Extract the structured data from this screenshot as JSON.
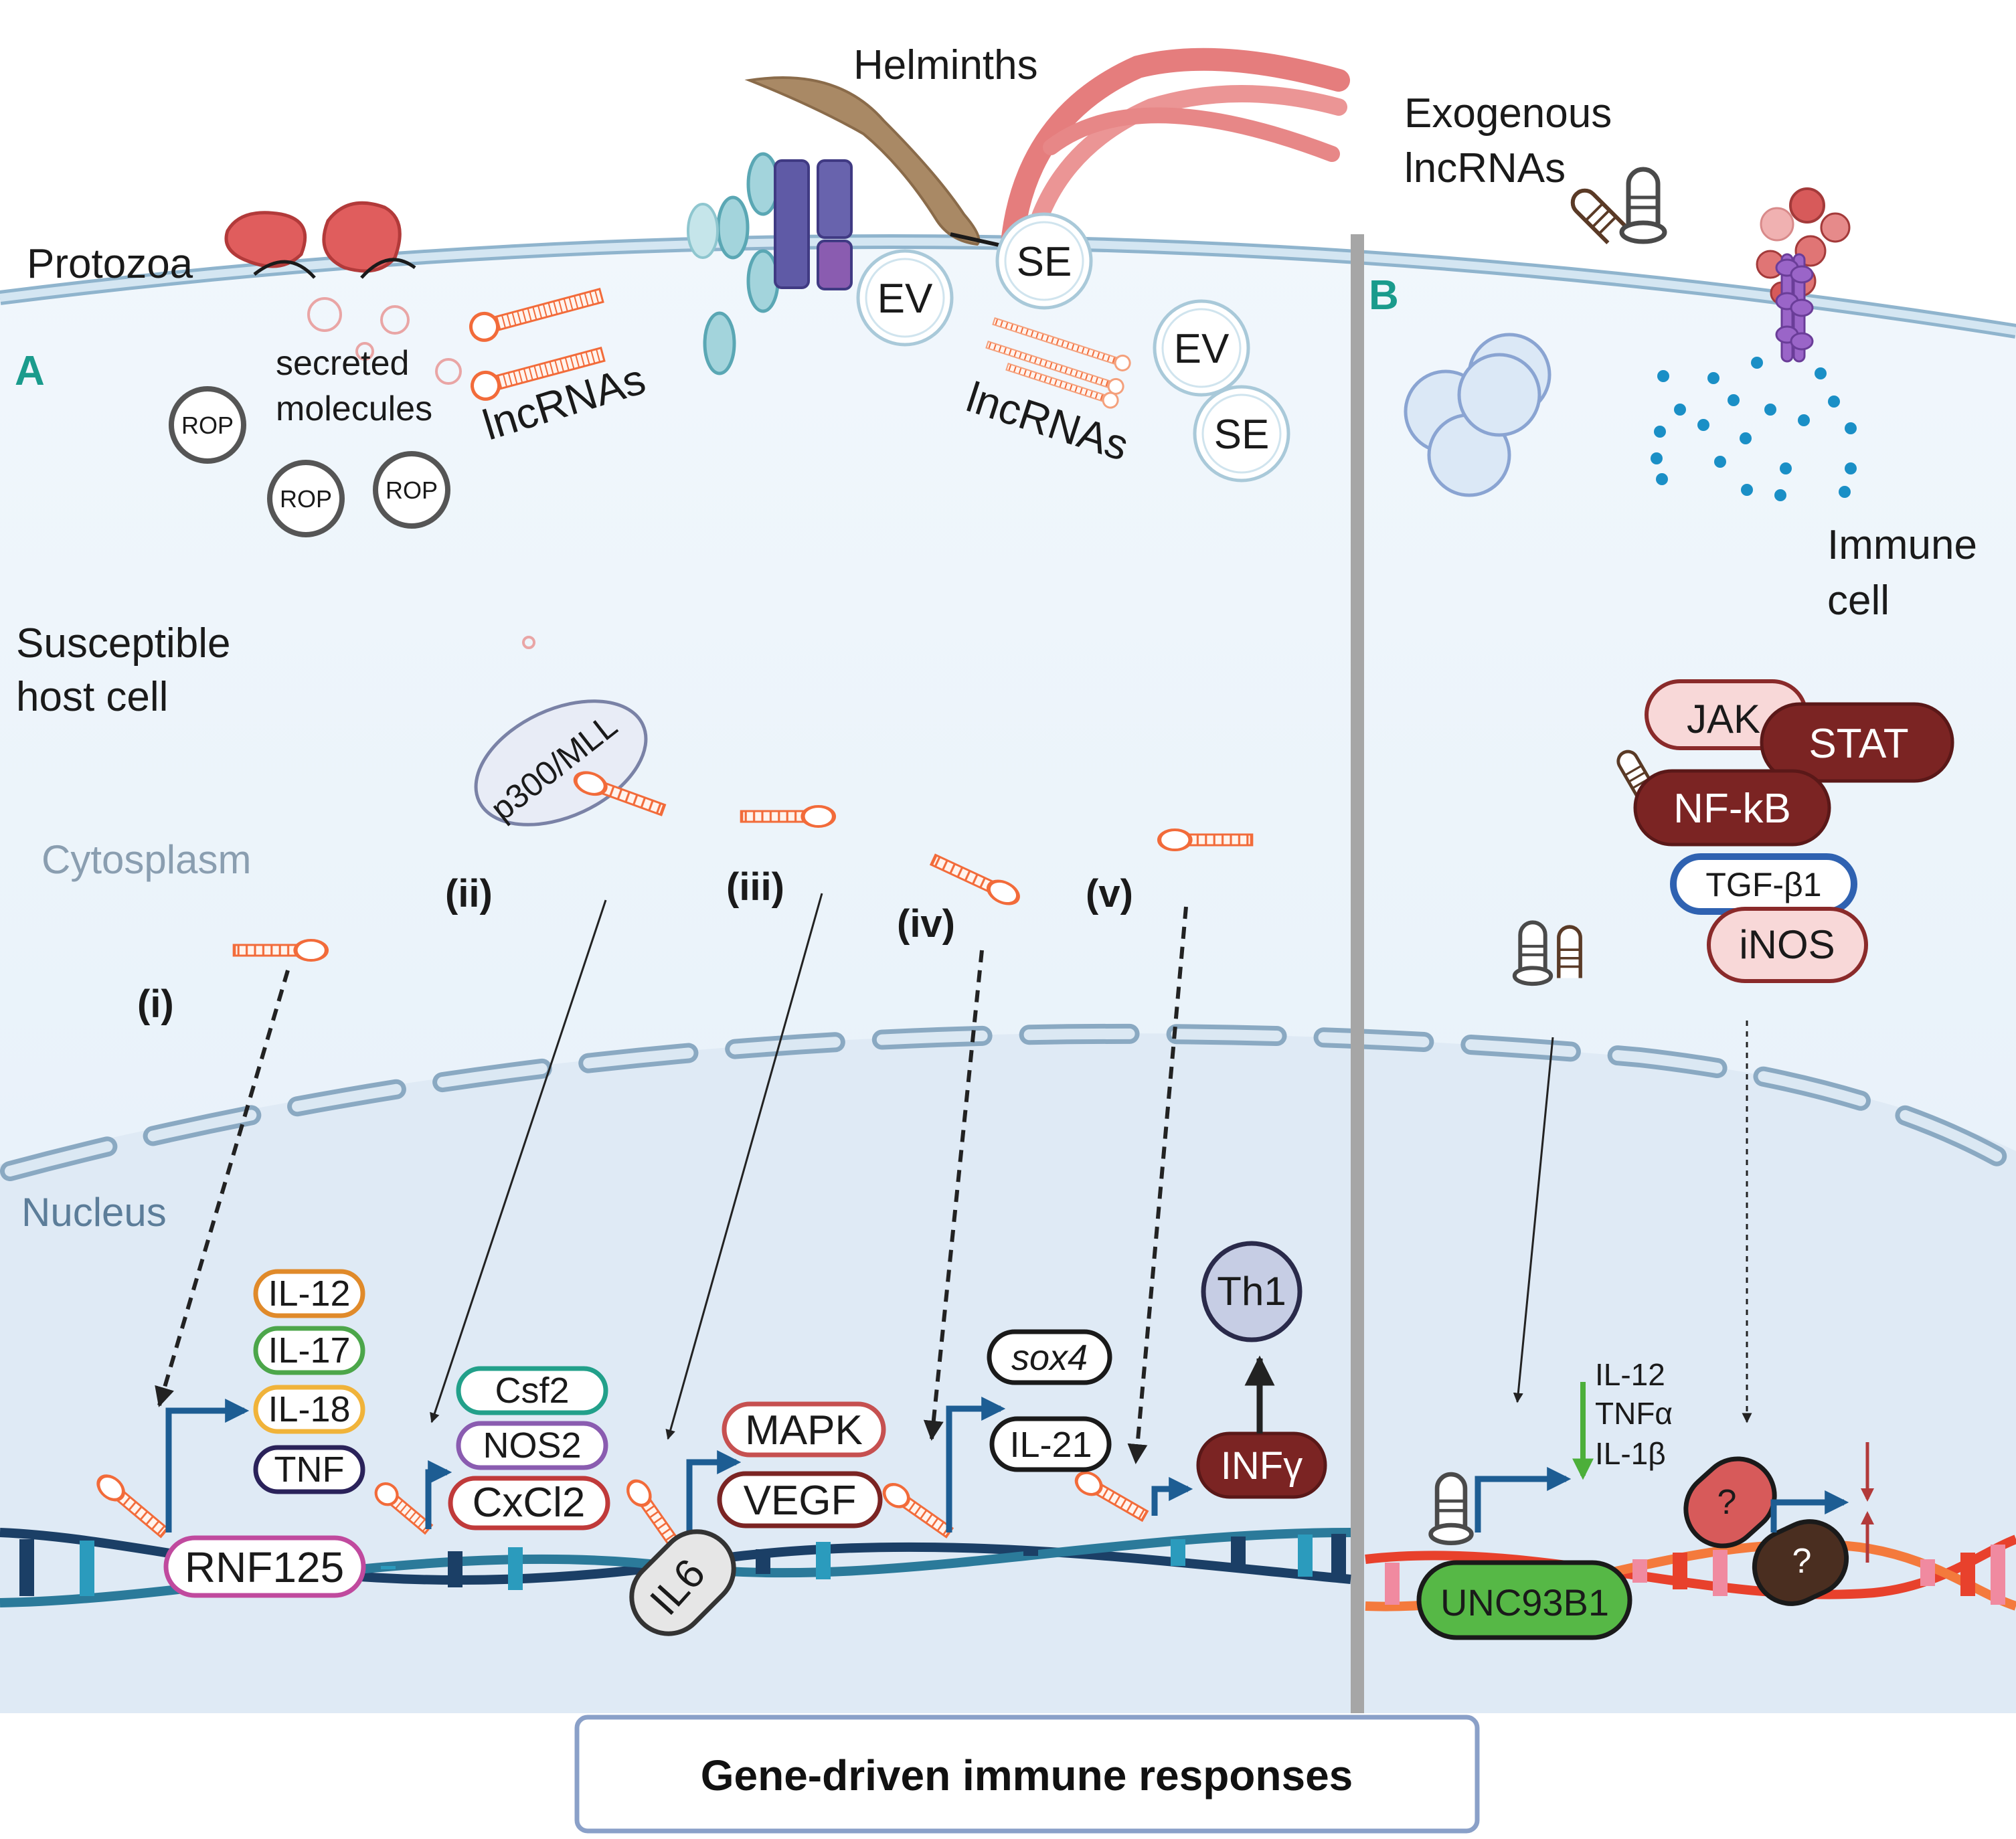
{
  "panel_a": {
    "letter": "A",
    "protozoa": "Protozoa",
    "helminths": "Helminths",
    "secreted_line1": "secreted",
    "secreted_line2": "molecules",
    "lncrnas_left": "lncRNAs",
    "lncrnas_right": "lncRNAs",
    "ev": "EV",
    "se": "SE",
    "rop": "ROP",
    "host_line1": "Susceptible",
    "host_line2": "host cell",
    "cytoplasm": "Cytosplasm",
    "nucleus": "Nucleus",
    "p300": "p300/MLL",
    "pathways": [
      "(i)",
      "(ii)",
      "(iii)",
      "(iv)",
      "(v)"
    ],
    "genes_group1": [
      "IL-12",
      "IL-17",
      "IL-18",
      "TNF"
    ],
    "genes_group2": [
      "Csf2",
      "NOS2",
      "CxCl2"
    ],
    "genes_group3": [
      "MAPK",
      "VEGF"
    ],
    "genes_group4": [
      "sox4",
      "IL-21"
    ],
    "rnf125": "RNF125",
    "il6": "IL6",
    "infg": "INFγ",
    "th1": "Th1"
  },
  "panel_b": {
    "letter": "B",
    "exo_line1": "Exogenous",
    "exo_line2": "lncRNAs",
    "immune_line1": "Immune",
    "immune_line2": "cell",
    "jak": "JAK",
    "stat": "STAT",
    "nfkb": "NF-kB",
    "tgfb1": "TGF-β1",
    "inos": "iNOS",
    "cytokines": [
      "IL-12",
      "TNFα",
      "IL-1β"
    ],
    "unc93b1": "UNC93B1",
    "question": "?"
  },
  "footer": "Gene-driven immune responses",
  "colors": {
    "teal_letter": "#1a9b8c",
    "lncrna_orange": "#f26b3a",
    "dna_dark": "#1d4f7a",
    "dna_red": "#e8412c",
    "unc_green": "#56b846",
    "stat_maroon": "#7b2423"
  }
}
